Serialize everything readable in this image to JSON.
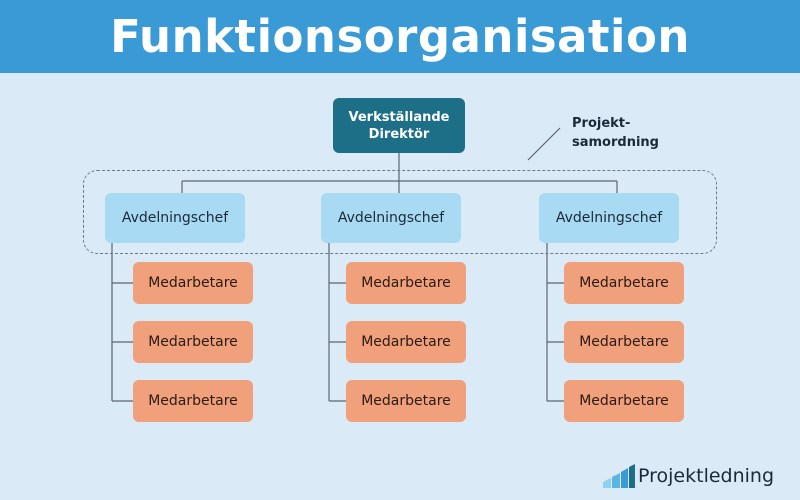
{
  "title": "Funktionsorganisation",
  "ceo": {
    "label": "Verkställande Direktör"
  },
  "coordination": {
    "label_line1": "Projekt-",
    "label_line2": "samordning"
  },
  "departments": [
    {
      "label": "Avdelningschef",
      "employees": [
        "Medarbetare",
        "Medarbetare",
        "Medarbetare"
      ]
    },
    {
      "label": "Avdelningschef",
      "employees": [
        "Medarbetare",
        "Medarbetare",
        "Medarbetare"
      ]
    },
    {
      "label": "Avdelningschef",
      "employees": [
        "Medarbetare",
        "Medarbetare",
        "Medarbetare"
      ]
    }
  ],
  "brand": {
    "name": "Projektledning"
  },
  "colors": {
    "header": "#3a9ad6",
    "background": "#dbeaf7",
    "ceo": "#1d6f87",
    "department": "#a9daf3",
    "employee": "#f0a07a"
  }
}
